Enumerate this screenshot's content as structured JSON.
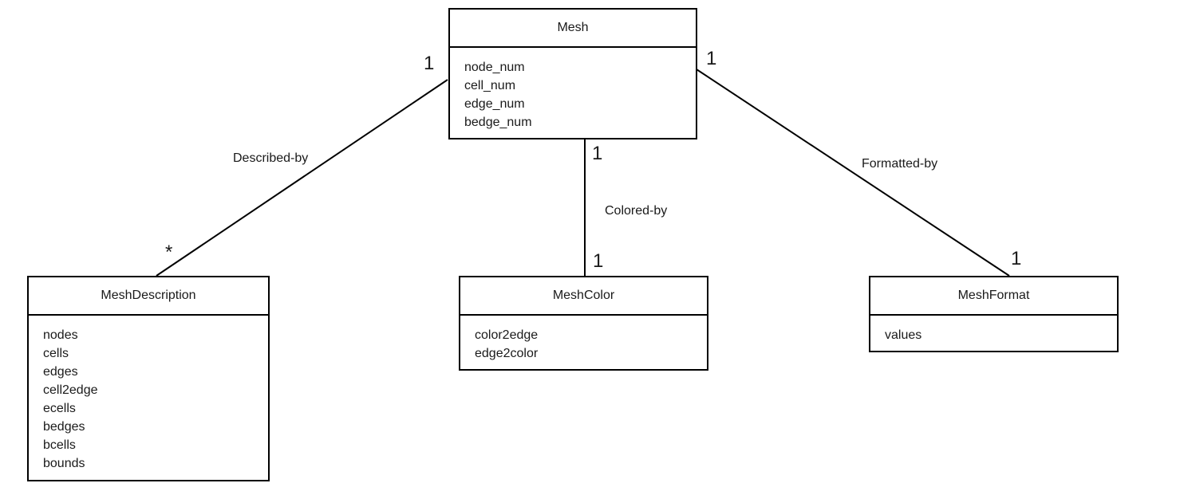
{
  "classes": {
    "mesh": {
      "name": "Mesh",
      "attributes": [
        "node_num",
        "cell_num",
        "edge_num",
        "bedge_num"
      ]
    },
    "mesh_description": {
      "name": "MeshDescription",
      "attributes": [
        "nodes",
        "cells",
        "edges",
        "cell2edge",
        "ecells",
        "bedges",
        "bcells",
        "bounds"
      ]
    },
    "mesh_color": {
      "name": "MeshColor",
      "attributes": [
        "color2edge",
        "edge2color"
      ]
    },
    "mesh_format": {
      "name": "MeshFormat",
      "attributes": [
        "values"
      ]
    }
  },
  "relations": {
    "described_by": {
      "label": "Described-by",
      "source_mult": "1",
      "target_mult": "*"
    },
    "colored_by": {
      "label": "Colored-by",
      "source_mult": "1",
      "target_mult": "1"
    },
    "formatted_by": {
      "label": "Formatted-by",
      "source_mult": "1",
      "target_mult": "1"
    }
  },
  "colors": {
    "line": "#000000",
    "background": "#ffffff"
  }
}
